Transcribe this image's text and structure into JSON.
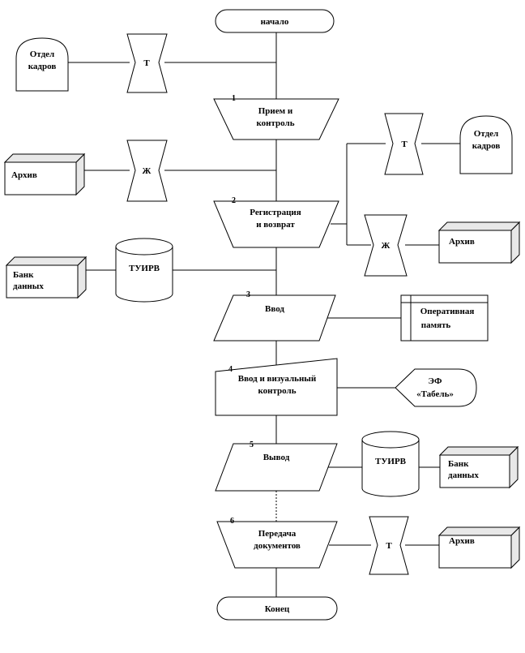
{
  "terminals": {
    "start": "начало",
    "end": "Конец"
  },
  "steps": [
    {
      "num": "1",
      "lines": [
        "Прием и",
        "контроль"
      ]
    },
    {
      "num": "2",
      "lines": [
        "Регистрация",
        "и возврат"
      ]
    },
    {
      "num": "3",
      "lines": [
        "Ввод"
      ]
    },
    {
      "num": "4",
      "lines": [
        "Ввод и визуальный",
        "контроль"
      ]
    },
    {
      "num": "5",
      "lines": [
        "Вывод"
      ]
    },
    {
      "num": "6",
      "lines": [
        "Передача",
        "документов"
      ]
    }
  ],
  "media": {
    "T": "Т",
    "Zh": "Ж"
  },
  "offline": {
    "hr": [
      "Отдел",
      "кадров"
    ]
  },
  "storage": {
    "archive": "Архив",
    "databank": [
      "Банк",
      "данных"
    ],
    "tuirv": "ТУИРВ",
    "opmem": [
      "Оперативная",
      "память"
    ],
    "display": [
      "ЭФ",
      "«Табель»"
    ]
  }
}
